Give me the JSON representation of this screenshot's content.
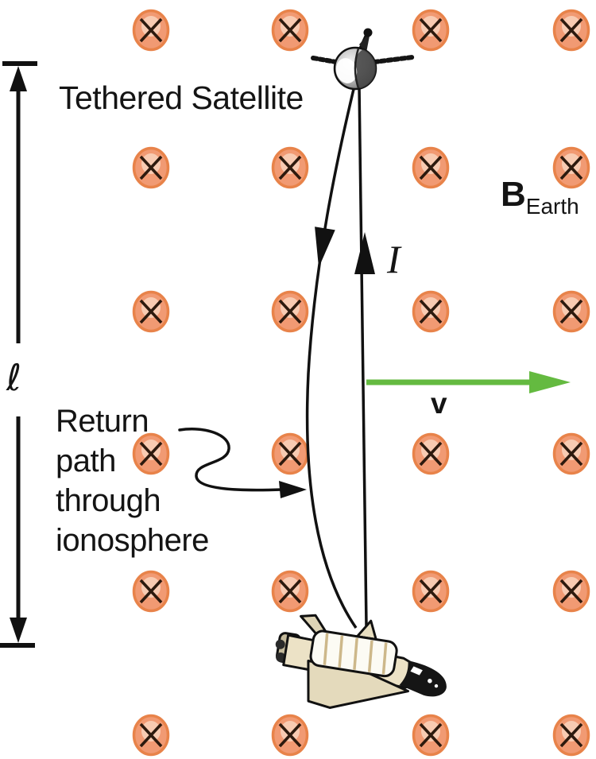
{
  "figure": {
    "title": "Tethered Satellite diagram"
  },
  "labels": {
    "tethered_satellite": "Tethered Satellite",
    "field_symbol": "B",
    "field_subscript": "Earth",
    "current": "I",
    "velocity": "v",
    "length": "ℓ",
    "return_path_lines": [
      "Return",
      "path",
      "through",
      "ionosphere"
    ]
  },
  "field_grid": {
    "symbol": "circle-x",
    "columns_x": [
      190,
      365,
      542,
      719
    ],
    "rows_y": [
      38,
      211,
      392,
      571,
      744,
      925
    ]
  },
  "colors": {
    "ink": "#111111",
    "text": "#141414",
    "velocity_arrow_green": "#64ba40",
    "field_symbol_ring": "#e8834a",
    "field_symbol_fill": "#f19a73",
    "field_symbol_highlight": "#f8cbb2",
    "field_symbol_x": "#2d1a0e"
  }
}
